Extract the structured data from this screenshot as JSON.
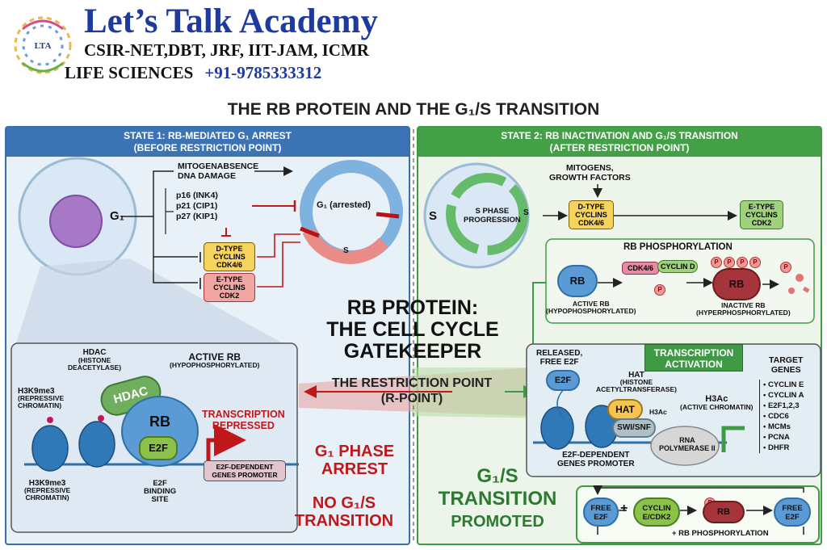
{
  "header": {
    "logo_text": "LTA",
    "title": "Let’s Talk Academy",
    "sub1": "CSIR-NET,DBT, JRF, IIT-JAM, ICMR",
    "sub2": "LIFE SCIENCES",
    "phone": "+91-9785333312"
  },
  "main_title": "THE RB PROTEIN AND THE G₁/S TRANSITION",
  "state1": {
    "header_line1": "STATE 1: RB-MEDIATED G₁ ARREST",
    "header_line2": "(BEFORE RESTRICTION POINT)",
    "g1_label": "G₁",
    "signals_line1": "MITOGENABSENCE",
    "signals_line2": "DNA DAMAGE",
    "cki_1": "p16 (INK4)",
    "cki_2": "p21 (CIP1)",
    "cki_3": "p27 (KIP1)",
    "dcyclin": [
      "D-TYPE",
      "CYCLINS",
      "CDK4/6"
    ],
    "ecyclin": [
      "E-TYPE",
      "CYCLINS",
      "CDK2"
    ],
    "cycle_arrested": "G₁ (arrested)",
    "cycle_s": "S",
    "hdac_title": [
      "HDAC",
      "(HISTONE",
      "DEACETYLASE)"
    ],
    "active_rb": [
      "ACTIVE RB",
      "(HYPOPHOSPHORYLATED)"
    ],
    "h3k9_top": [
      "H3K9me3",
      "(REPRESSIVE",
      "CHROMATIN)"
    ],
    "h3k9_bottom": [
      "H3K9me3",
      "(REPRESSIVE",
      "CHROMATIN)"
    ],
    "hdac_blob": "HDAC",
    "rb_blob": "RB",
    "e2f_blob": "E2F",
    "transcription_repressed": [
      "TRANSCRIPTION",
      "REPRESSED"
    ],
    "promoter_box": [
      "E2F-DEPENDENT",
      "GENES PROMOTER"
    ],
    "binding_site": [
      "E2F",
      "BINDING",
      "SITE"
    ],
    "g1_arrest": [
      "G₁ PHASE",
      "ARREST"
    ],
    "no_transition": [
      "NO G₁/S",
      "TRANSITION"
    ]
  },
  "center": {
    "title": [
      "RB PROTEIN:",
      "THE CELL CYCLE",
      "GATEKEEPER"
    ],
    "rpoint": [
      "THE RESTRICTION POINT",
      "(R-POINT)"
    ]
  },
  "state2": {
    "header_line1": "STATE 2: RB INACTIVATION AND G₁/S TRANSITION",
    "header_line2": "(AFTER RESTRICTION POINT)",
    "s_label": "S",
    "s_inner": "S",
    "s_phase": [
      "S PHASE",
      "PROGRESSION"
    ],
    "mitogens": [
      "MITOGENS,",
      "GROWTH FACTORS"
    ],
    "dcyclin": [
      "D-TYPE",
      "CYCLINS",
      "CDK4/6"
    ],
    "ecyclin": [
      "E-TYPE",
      "CYCLINS",
      "CDK2"
    ],
    "phos_title": "RB PHOSPHORYLATION",
    "rb": "RB",
    "active_rb": [
      "ACTIVE RB",
      "(HYPOPHOSPHORYLATED)"
    ],
    "cdk46": "CDK4/6",
    "cyclind": "CYCLIN D",
    "p": "P",
    "inactive_rb": [
      "INACTIVE RB",
      "(HYPERPHOSPHORYLATED)"
    ],
    "transcription_activation": [
      "TRANSCRIPTION",
      "ACTIVATION"
    ],
    "released_e2f": [
      "RELEASED,",
      "FREE E2F"
    ],
    "e2f": "E2F",
    "hat_title": [
      "HAT",
      "(HISTONE",
      "ACETYLTRANSFERASE)"
    ],
    "hat": "HAT",
    "h3ac_small": "H3Ac",
    "h3ac": [
      "H3Ac",
      "(ACTIVE CHROMATIN)"
    ],
    "swisnf": "SWI/SNF",
    "rnapol": [
      "RNA",
      "POLYMERASE II"
    ],
    "promoter": [
      "E2F-DEPENDENT",
      "GENES PROMOTER"
    ],
    "target_title": [
      "TARGET",
      "GENES"
    ],
    "targets": [
      "CYCLIN E",
      "CYCLIN A",
      "E2F1,2,3",
      "CDC6",
      "MCMs",
      "PCNA",
      "DHFR"
    ],
    "g1s": [
      "G₁/S",
      "TRANSITION",
      "PROMOTED"
    ],
    "loop_free1": [
      "FREE",
      "E2F"
    ],
    "loop_plus": "+",
    "loop_cyclin": [
      "CYCLIN",
      "E/CDK2"
    ],
    "loop_rb": "RB",
    "loop_free2": [
      "FREE",
      "E2F"
    ],
    "loop_caption": "+ RB PHOSPHORYLATION"
  },
  "colors": {
    "blue_band": "#3b73b5",
    "green_band": "#43a047",
    "red": "#c0171b",
    "green_text": "#2c7a2f",
    "rb_blue": "#5a9bd5",
    "rb_red": "#a5353a"
  }
}
